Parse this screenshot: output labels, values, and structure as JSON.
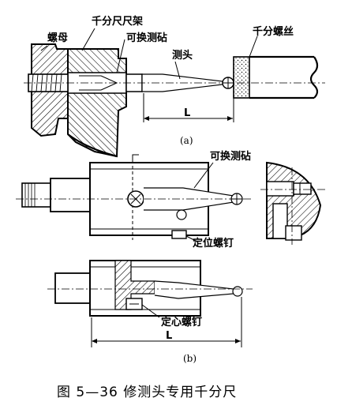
{
  "figure_a": {
    "labels": {
      "frame": "千分尺尺架",
      "nut": "螺母",
      "anvil": "可换测砧",
      "probe": "测头",
      "spindle": "千分螺丝",
      "length": "L"
    },
    "sublabel": "(a)"
  },
  "figure_b": {
    "labels": {
      "anvil": "可换测砧",
      "set_screw": "定位螺钉",
      "center_screw": "定心螺钉",
      "length": "L"
    },
    "sublabel": "(b)"
  },
  "caption": "图 5—36   修测头专用千分尺"
}
